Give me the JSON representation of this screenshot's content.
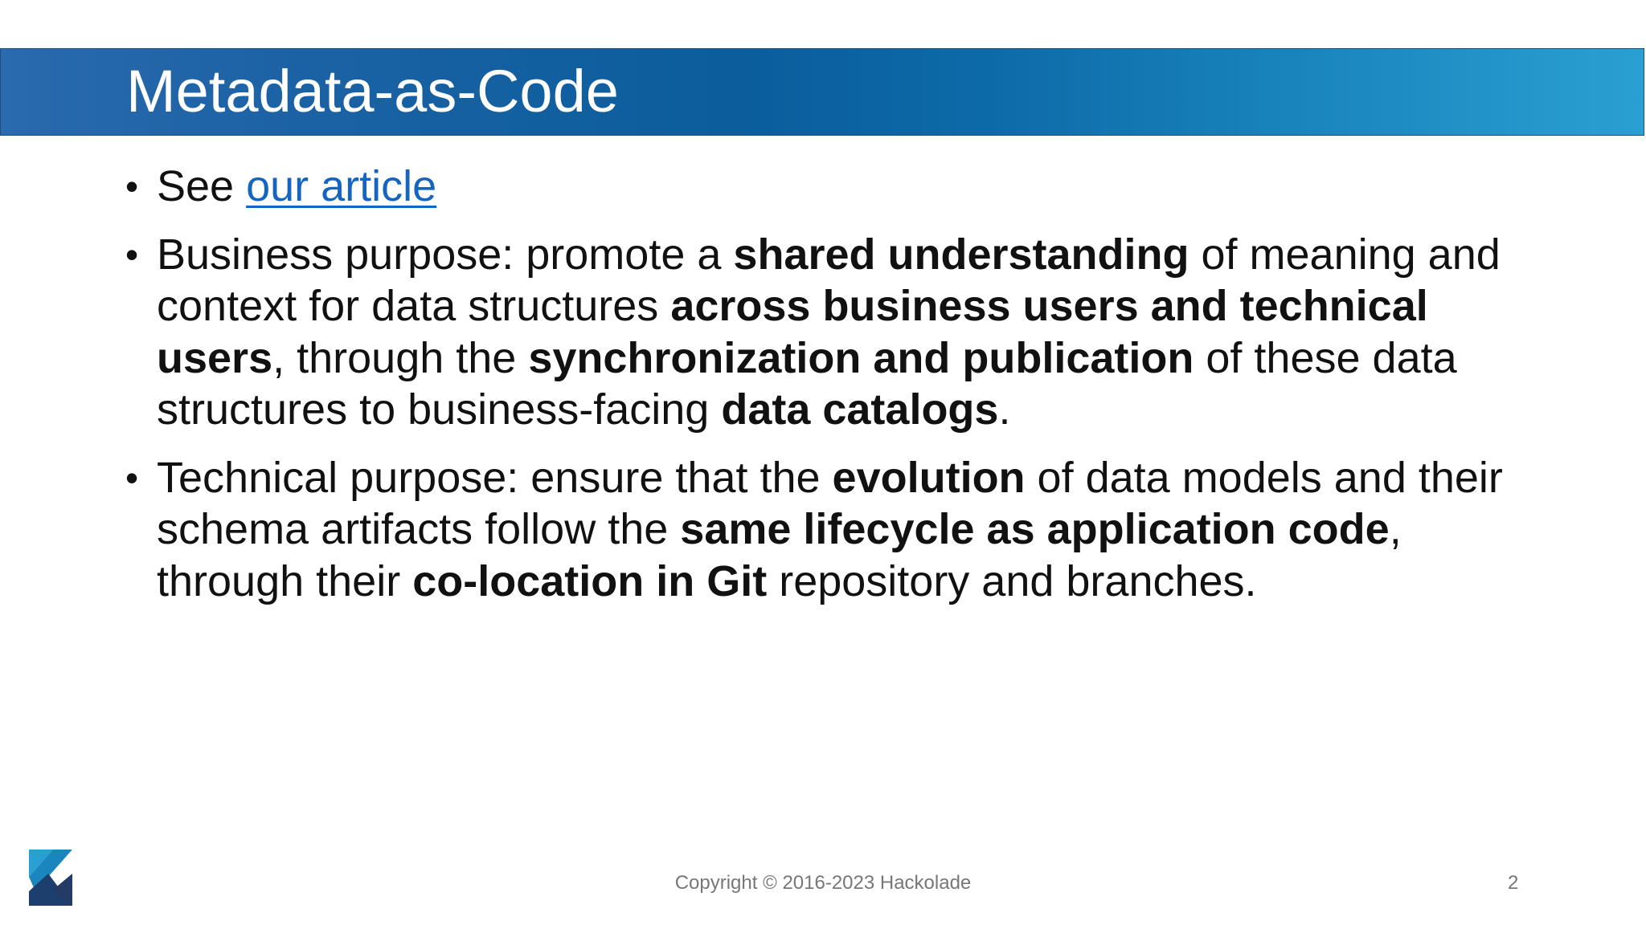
{
  "slide": {
    "title": "Metadata-as-Code",
    "bullets": [
      {
        "segments": [
          {
            "text": "See ",
            "style": "normal"
          },
          {
            "text": "our article",
            "style": "link"
          }
        ]
      },
      {
        "segments": [
          {
            "text": "Business purpose: promote a ",
            "style": "normal"
          },
          {
            "text": "shared understanding",
            "style": "bold"
          },
          {
            "text": " of meaning and context for data structures ",
            "style": "normal"
          },
          {
            "text": "across business users and technical users",
            "style": "bold"
          },
          {
            "text": ", through the ",
            "style": "normal"
          },
          {
            "text": "synchronization and publication",
            "style": "bold"
          },
          {
            "text": " of these data structures to business-facing ",
            "style": "normal"
          },
          {
            "text": "data catalogs",
            "style": "bold"
          },
          {
            "text": ".",
            "style": "normal"
          }
        ]
      },
      {
        "segments": [
          {
            "text": "Technical purpose: ensure that the ",
            "style": "normal"
          },
          {
            "text": "evolution",
            "style": "bold"
          },
          {
            "text": " of data models and their schema artifacts follow the ",
            "style": "normal"
          },
          {
            "text": "same lifecycle as application code",
            "style": "bold"
          },
          {
            "text": ", through their ",
            "style": "normal"
          },
          {
            "text": "co-location in Git",
            "style": "bold"
          },
          {
            "text": " repository and branches.",
            "style": "normal"
          }
        ]
      }
    ],
    "footer": "Copyright © 2016-2023 Hackolade",
    "page_number": "2",
    "logo_icon": "hackolade-logo-icon",
    "colors": {
      "title_bar_start": "#2a6aae",
      "title_bar_end": "#2a9fd2",
      "link": "#1565c0"
    }
  }
}
